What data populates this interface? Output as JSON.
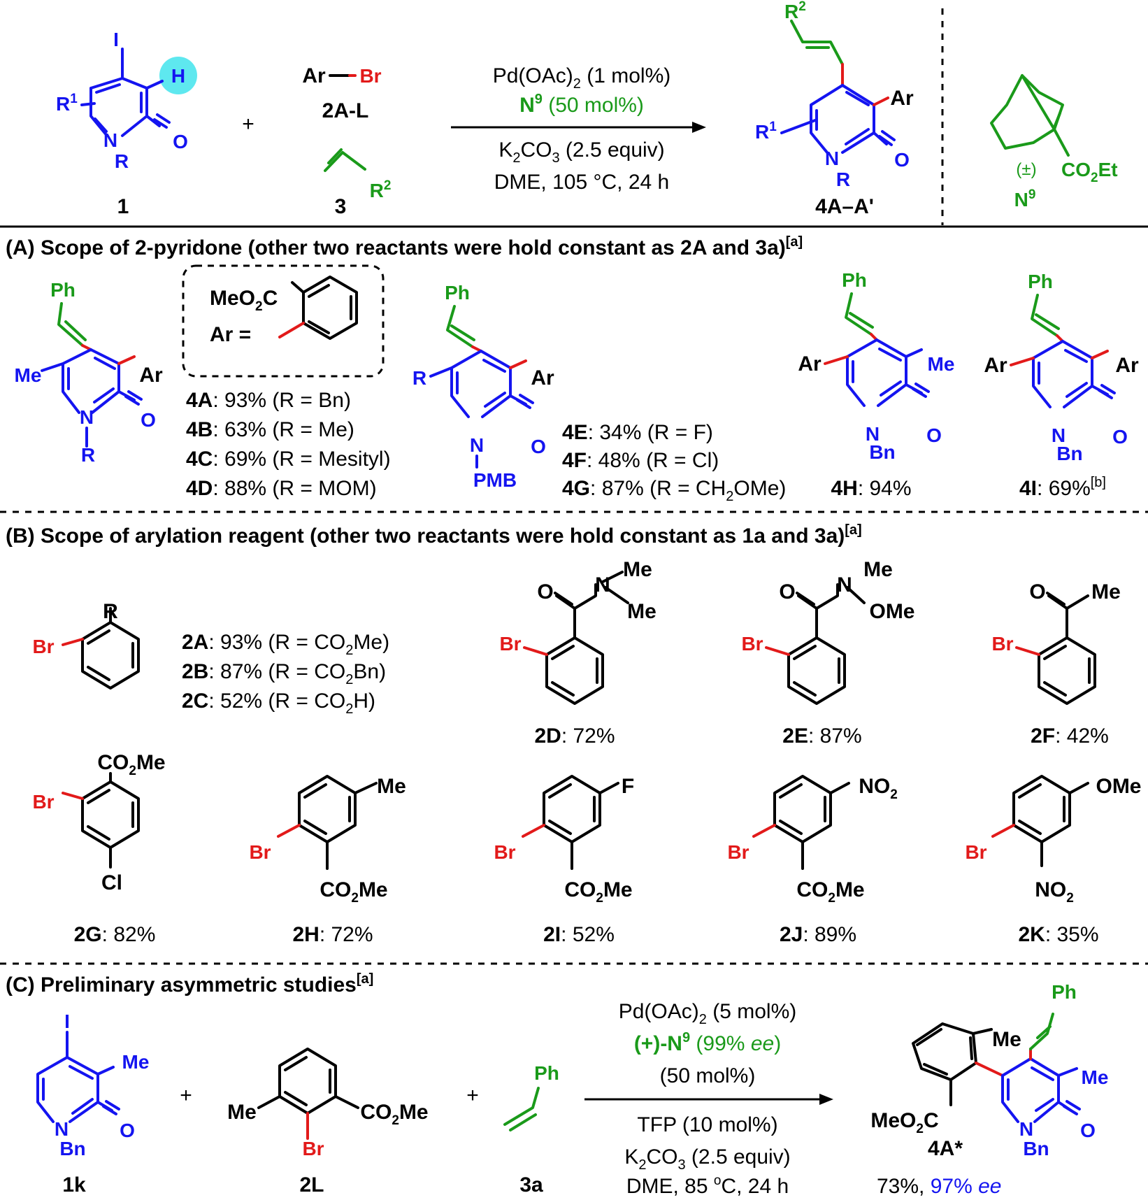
{
  "colors": {
    "ring": "#1414f0",
    "green": "#1a9a1a",
    "red": "#e21a1a",
    "highlight": "#5ee8ef"
  },
  "top": {
    "reactant1": {
      "I": "I",
      "H": "H",
      "R1": "R",
      "R1_sup": "1",
      "N": "N",
      "O": "O",
      "R": "R",
      "label": "1"
    },
    "plus": "+",
    "reactant2": {
      "Ar": "Ar",
      "Br": "Br",
      "label": "2A-L"
    },
    "reactant3": {
      "R2": "R",
      "R2_sup": "2",
      "label": "3"
    },
    "cond_pd": "Pd(OAc)",
    "cond_pd_sub": "2",
    "cond_pd_tail": " (1 mol%)",
    "cond_n": "N",
    "cond_n_sup": "9",
    "cond_n_tail": " (50 mol%)",
    "cond_k": "K",
    "cond_k_sub1": "2",
    "cond_k_mid": "CO",
    "cond_k_sub2": "3",
    "cond_k_tail": " (2.5 equiv)",
    "cond_dme": "DME, 105 °C, 24 h",
    "product": {
      "R2": "R",
      "R2_sup": "2",
      "Ar": "Ar",
      "R1": "R",
      "R1_sup": "1",
      "N": "N",
      "O": "O",
      "R": "R",
      "label": "4A–A'"
    },
    "ligand": {
      "pm": "(±)",
      "co2et": "CO",
      "co2et_sub": "2",
      "co2et_tail": "Et",
      "label": "N",
      "label_sup": "9"
    }
  },
  "section_a": {
    "title": "(A) Scope of 2-pyridone (other two reactants were hold constant as 2A and 3a)",
    "title_sup": "[a]",
    "box": {
      "meo2c": "MeO",
      "meo2c_sub": "2",
      "meo2c_tail": "C",
      "ar_eq": "Ar ="
    },
    "mol1": {
      "Ph": "Ph",
      "Me": "Me",
      "Ar": "Ar",
      "N": "N",
      "O": "O",
      "R": "R"
    },
    "results_1": [
      {
        "id": "4A",
        "text": ": 93% (R = Bn)"
      },
      {
        "id": "4B",
        "text": ": 63% (R = Me)"
      },
      {
        "id": "4C",
        "text": ": 69% (R = Mesityl)"
      },
      {
        "id": "4D",
        "text": ": 88% (R = MOM)"
      }
    ],
    "mol2": {
      "Ph": "Ph",
      "R": "R",
      "Ar": "Ar",
      "N": "N",
      "O": "O",
      "PMB": "PMB"
    },
    "results_2": [
      {
        "id": "4E",
        "text": ": 34% (R = F)"
      },
      {
        "id": "4F",
        "text": ": 48% (R = Cl)"
      },
      {
        "id": "4G",
        "text": ": 87% (R = CH",
        "sub": "2",
        "tail": "OMe)"
      }
    ],
    "mol3": {
      "Ph": "Ph",
      "Ar": "Ar",
      "Me": "Me",
      "N": "N",
      "O": "O",
      "Bn": "Bn",
      "id": "4H",
      "yield": ": 94%"
    },
    "mol4": {
      "Ph": "Ph",
      "Ar1": "Ar",
      "Ar2": "Ar",
      "N": "N",
      "O": "O",
      "Bn": "Bn",
      "id": "4I",
      "yield": ": 69%",
      "sup": "[b]"
    }
  },
  "section_b": {
    "title": "(B) Scope of arylation reagent (other two reactants were hold constant as 1a and 3a)",
    "title_sup": "[a]",
    "generic": {
      "R": "R",
      "Br": "Br"
    },
    "results": [
      {
        "id": "2A",
        "text": ": 93% (R = CO",
        "sub": "2",
        "tail": "Me)"
      },
      {
        "id": "2B",
        "text": ": 87% (R = CO",
        "sub": "2",
        "tail": "Bn)"
      },
      {
        "id": "2C",
        "text": ": 52% (R = CO",
        "sub": "2",
        "tail": "H)"
      }
    ],
    "c2D": {
      "O": "O",
      "N": "N",
      "Me1": "Me",
      "Me2": "Me",
      "Br": "Br",
      "id": "2D",
      "yield": ": 72%"
    },
    "c2E": {
      "O": "O",
      "N": "N",
      "Me": "Me",
      "OMe": "OMe",
      "Br": "Br",
      "id": "2E",
      "yield": ": 87%"
    },
    "c2F": {
      "O": "O",
      "Me": "Me",
      "Br": "Br",
      "id": "2F",
      "yield": ": 42%"
    },
    "c2G": {
      "sub": "CO",
      "sub_2": "2",
      "sub_tail": "Me",
      "Br": "Br",
      "Cl": "Cl",
      "id": "2G",
      "yield": ": 82%"
    },
    "c2H": {
      "sub": "Me",
      "Br": "Br",
      "ester": "CO",
      "ester_2": "2",
      "ester_tail": "Me",
      "id": "2H",
      "yield": ": 72%"
    },
    "c2I": {
      "sub": "F",
      "Br": "Br",
      "ester": "CO",
      "ester_2": "2",
      "ester_tail": "Me",
      "id": "2I",
      "yield": ": 52%"
    },
    "c2J": {
      "sub": "NO",
      "sub_2": "2",
      "Br": "Br",
      "ester": "CO",
      "ester_2": "2",
      "ester_tail": "Me",
      "id": "2J",
      "yield": ": 89%"
    },
    "c2K": {
      "sub": "OMe",
      "Br": "Br",
      "nitro": "NO",
      "nitro_2": "2",
      "id": "2K",
      "yield": ": 35%"
    }
  },
  "section_c": {
    "title": "(C) Preliminary asymmetric studies",
    "title_sup": "[a]",
    "m1k": {
      "I": "I",
      "Me": "Me",
      "N": "N",
      "O": "O",
      "Bn": "Bn",
      "label": "1k"
    },
    "plus": "+",
    "m2L": {
      "Me": "Me",
      "ester": "CO",
      "ester_2": "2",
      "ester_tail": "Me",
      "Br": "Br",
      "label": "2L"
    },
    "m3a": {
      "Ph": "Ph",
      "label": "3a"
    },
    "cond_pd": "Pd(OAc)",
    "cond_pd_sub": "2",
    "cond_pd_tail": " (5 mol%)",
    "cond_n": "(+)-N",
    "cond_n_sup": "9",
    "cond_n_mid": " (99% ",
    "cond_n_ee": "ee",
    "cond_n_tail": ")",
    "cond_n2": "(50 mol%)",
    "cond_tfp": "TFP (10 mol%)",
    "cond_k": "K",
    "cond_k_sub1": "2",
    "cond_k_mid": "CO",
    "cond_k_sub2": "3",
    "cond_k_tail": " (2.5 equiv)",
    "cond_dme": "DME, 85 ",
    "cond_dme_sup": "o",
    "cond_dme_tail": "C, 24 h",
    "product": {
      "Ph": "Ph",
      "Me1": "Me",
      "Me2": "Me",
      "meo2c": "MeO",
      "meo2c_sub": "2",
      "meo2c_tail": "C",
      "N": "N",
      "O": "O",
      "Bn": "Bn",
      "label": "4A*"
    },
    "yield": "73%, ",
    "ee_value": "97% ",
    "ee": "ee"
  }
}
